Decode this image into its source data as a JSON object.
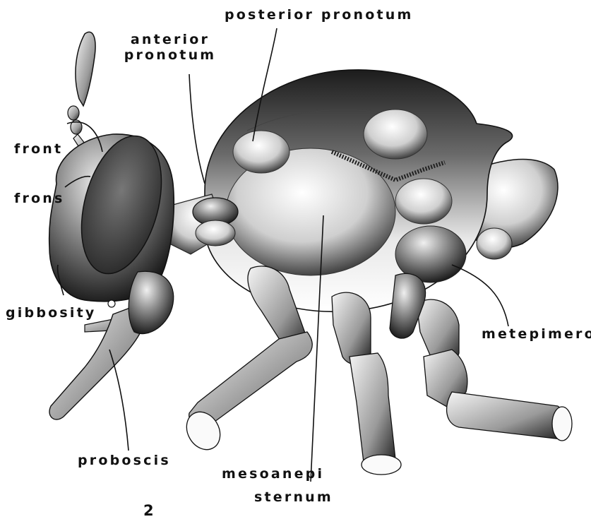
{
  "figure_number": "2",
  "labels": {
    "posterior_pronotum": "posterior pronotum",
    "anterior_pronotum_line1": "anterior",
    "anterior_pronotum_line2": "pronotum",
    "front": "front",
    "frons": "frons",
    "gibbosity": "gibbosity",
    "proboscis": "proboscis",
    "mesoanepisternum_line1": "mesoanepi",
    "mesoanepisternum_line2": "sternum",
    "metepimeron": "metepimeron"
  }
}
